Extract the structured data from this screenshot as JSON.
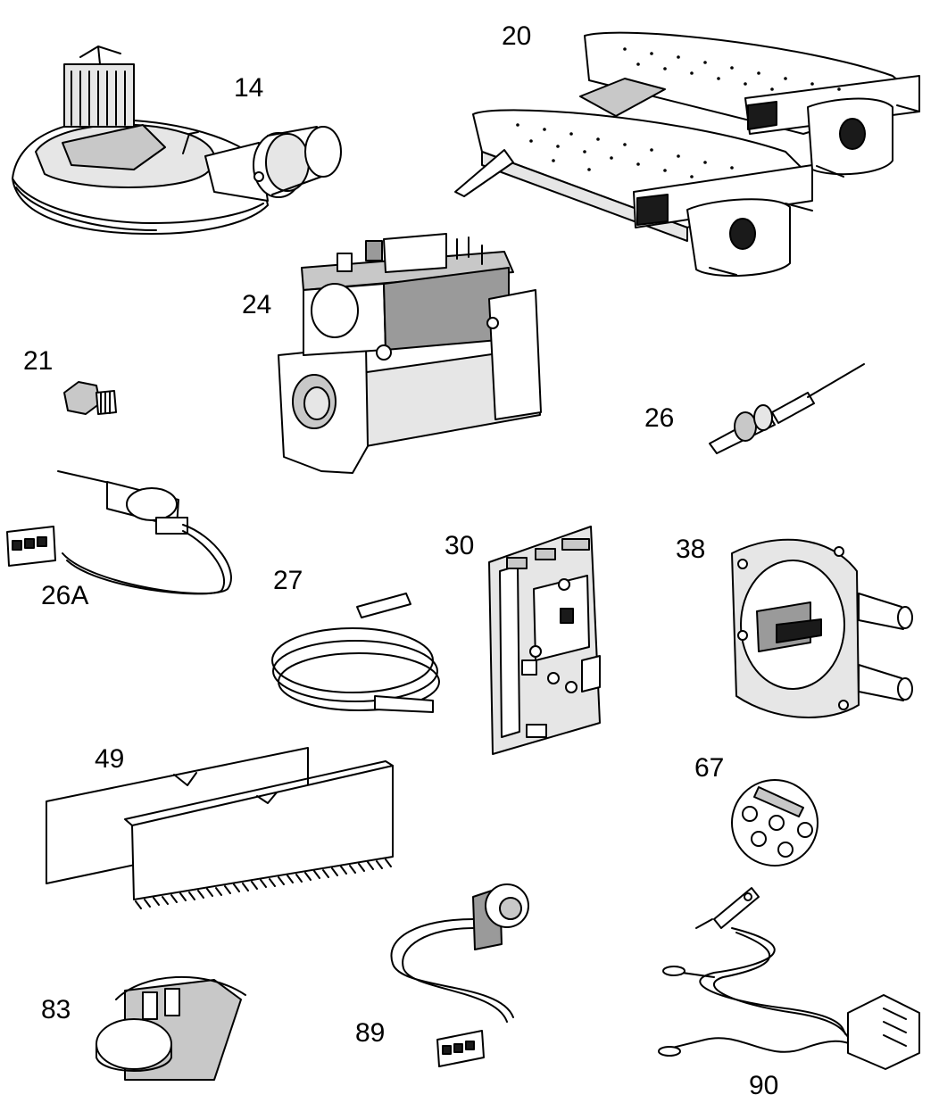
{
  "parts": [
    {
      "id": "fan-assembly",
      "label": "14"
    },
    {
      "id": "burner-assembly",
      "label": "20"
    },
    {
      "id": "injector",
      "label": "21"
    },
    {
      "id": "gas-valve",
      "label": "24"
    },
    {
      "id": "electrode",
      "label": "26"
    },
    {
      "id": "sensing-electrode",
      "label": "26A"
    },
    {
      "id": "ignition-lead",
      "label": "27"
    },
    {
      "id": "control-pcb",
      "label": "30"
    },
    {
      "id": "pressure-switch",
      "label": "38"
    },
    {
      "id": "heat-shields",
      "label": "49"
    },
    {
      "id": "control-knob",
      "label": "67"
    },
    {
      "id": "overheat-thermostat",
      "label": "83"
    },
    {
      "id": "flow-sensor",
      "label": "89"
    },
    {
      "id": "thermistor-harness",
      "label": "90"
    }
  ]
}
